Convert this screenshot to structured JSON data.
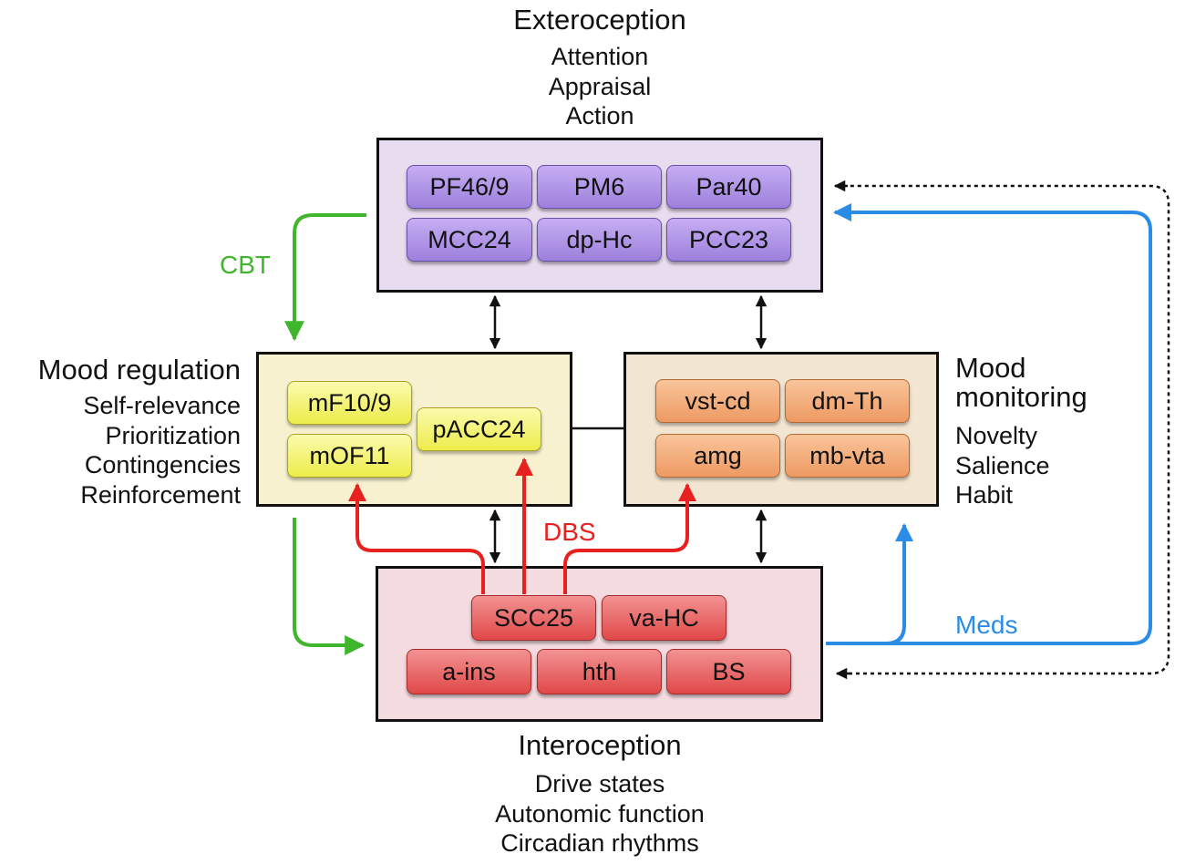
{
  "exteroception": {
    "title": "Exteroception",
    "lines": [
      "Attention",
      "Appraisal",
      "Action"
    ],
    "regions": [
      "PF46/9",
      "PM6",
      "Par40",
      "MCC24",
      "dp-Hc",
      "PCC23"
    ]
  },
  "mood_regulation": {
    "title": "Mood regulation",
    "lines": [
      "Self-relevance",
      "Prioritization",
      "Contingencies",
      "Reinforcement"
    ],
    "regions": [
      "mF10/9",
      "mOF11",
      "pACC24"
    ]
  },
  "mood_monitoring": {
    "title_lines": [
      "Mood",
      "monitoring"
    ],
    "lines": [
      "Novelty",
      "Salience",
      "Habit"
    ],
    "regions": [
      "vst-cd",
      "dm-Th",
      "amg",
      "mb-vta"
    ]
  },
  "interoception": {
    "title": "Interoception",
    "lines": [
      "Drive states",
      "Autonomic function",
      "Circadian rhythms"
    ],
    "regions": [
      "SCC25",
      "va-HC",
      "a-ins",
      "hth",
      "BS"
    ]
  },
  "treatments": {
    "cbt": {
      "label": "CBT",
      "color": "#3fb62c"
    },
    "dbs": {
      "label": "DBS",
      "color": "#e8201f"
    },
    "meds": {
      "label": "Meds",
      "color": "#2b8ce6"
    }
  },
  "colors": {
    "exteroception_panel": "#e8ddef",
    "regulation_panel": "#f7f1cf",
    "monitoring_panel": "#f2e6d2",
    "interoception_panel": "#f3dbe0"
  }
}
